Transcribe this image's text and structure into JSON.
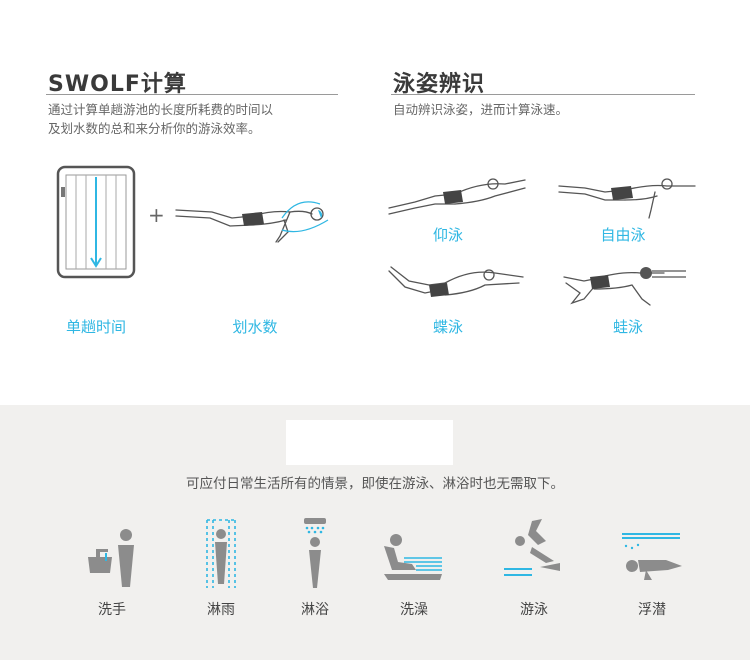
{
  "swolf": {
    "title": "SWOLF计算",
    "desc_line1": "通过计算单趟游池的长度所耗费的时间以",
    "desc_line2": "及划水数的总和来分析你的游泳效率。",
    "plus": "+",
    "label_time": "单趟时间",
    "label_strokes": "划水数"
  },
  "stroke_recog": {
    "title": "泳姿辨识",
    "desc": "自动辨识泳姿，进而计算泳速。",
    "styles": [
      "仰泳",
      "自由泳",
      "蝶泳",
      "蛙泳"
    ]
  },
  "scenarios": {
    "tagline": "可应付日常生活所有的情景，即使在游泳、淋浴时也无需取下。",
    "items": [
      "洗手",
      "淋雨",
      "淋浴",
      "洗澡",
      "游泳",
      "浮潜"
    ]
  },
  "colors": {
    "accent": "#2fb7e3",
    "figure": "#8c8c8c",
    "bg_bottom": "#f1f0ee"
  }
}
